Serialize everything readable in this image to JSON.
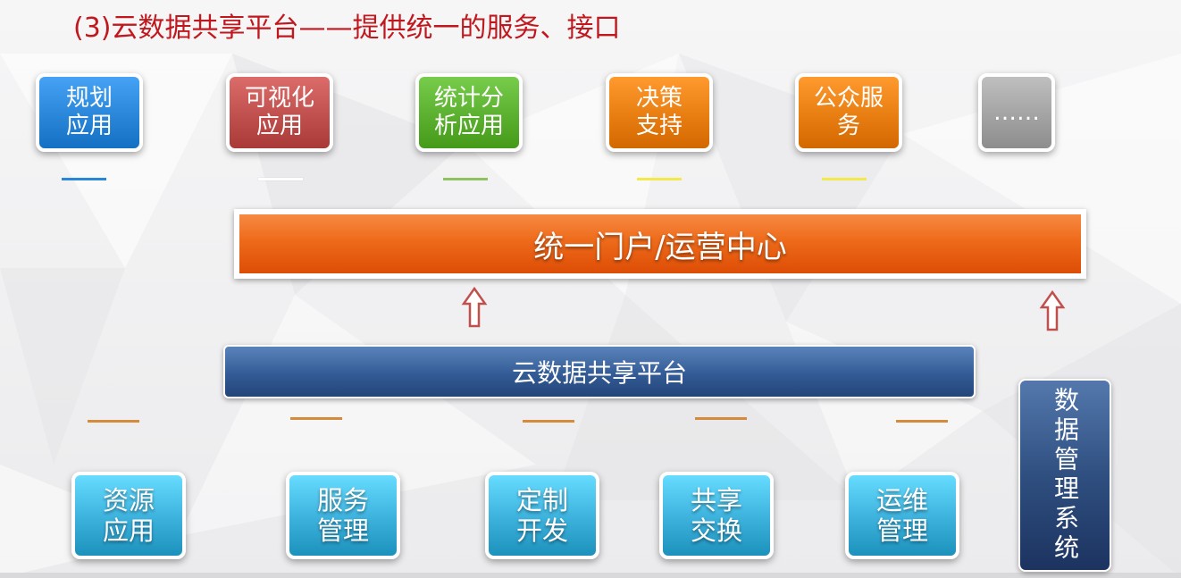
{
  "title": "(3)云数据共享平台——提供统一的服务、接口",
  "top_row": [
    {
      "label": "规划\n应用",
      "color": "#2a86d8"
    },
    {
      "label": "可视化\n应用",
      "color": "#c0504d"
    },
    {
      "label": "统计分\n析应用",
      "color": "#5bb12f"
    },
    {
      "label": "决策\n支持",
      "color": "#e87e12"
    },
    {
      "label": "公众服\n务",
      "color": "#e87e12"
    },
    {
      "label": "……",
      "color": "#a3a3a3"
    }
  ],
  "portal": {
    "label": "统一门户/运营中心",
    "color": "#ee6a1a"
  },
  "platform": {
    "label": "云数据共享平台",
    "color": "#335b95"
  },
  "bottom_row": [
    {
      "label": "资源\n应用",
      "color": "#3fb4df"
    },
    {
      "label": "服务\n管理",
      "color": "#3fb4df"
    },
    {
      "label": "定制\n开发",
      "color": "#3fb4df"
    },
    {
      "label": "共享\n交换",
      "color": "#3fb4df"
    },
    {
      "label": "运维\n管理",
      "color": "#3fb4df"
    }
  ],
  "data_management": {
    "label": "数据管理系统",
    "color": "#2f4f80"
  },
  "arrow_color": "#c0504d"
}
